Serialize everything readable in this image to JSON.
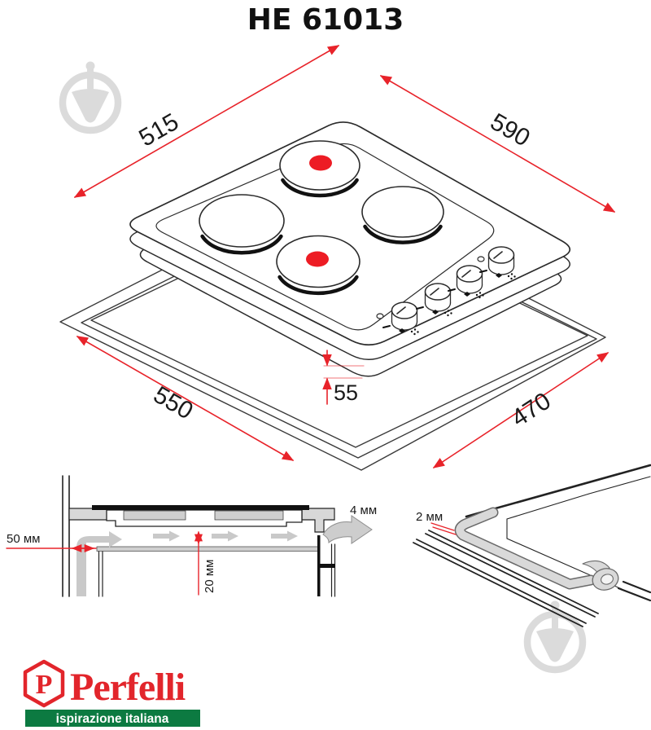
{
  "title": "HE 61013",
  "isometric": {
    "dims": {
      "top_width": "515",
      "top_depth": "590",
      "cutout_width": "550",
      "cutout_depth": "470",
      "front_offset": "55"
    },
    "burner_hot_color": "#ed1c24",
    "dimension_line_color": "#e8232a"
  },
  "install_section": {
    "wall_gap": "50 мм",
    "shelf_gap": "20 мм",
    "rear_vent_gap": "4 мм"
  },
  "seal_detail": {
    "seal_thickness": "2 мм"
  },
  "watermark": {
    "icon": "trowel-watermark-icon",
    "color": "#dbdbdb"
  },
  "brand": {
    "monogram": "P",
    "name": "Perfelli",
    "tagline": "ispirazione italiana",
    "red": "#e2252b",
    "green": "#0c7a41"
  }
}
